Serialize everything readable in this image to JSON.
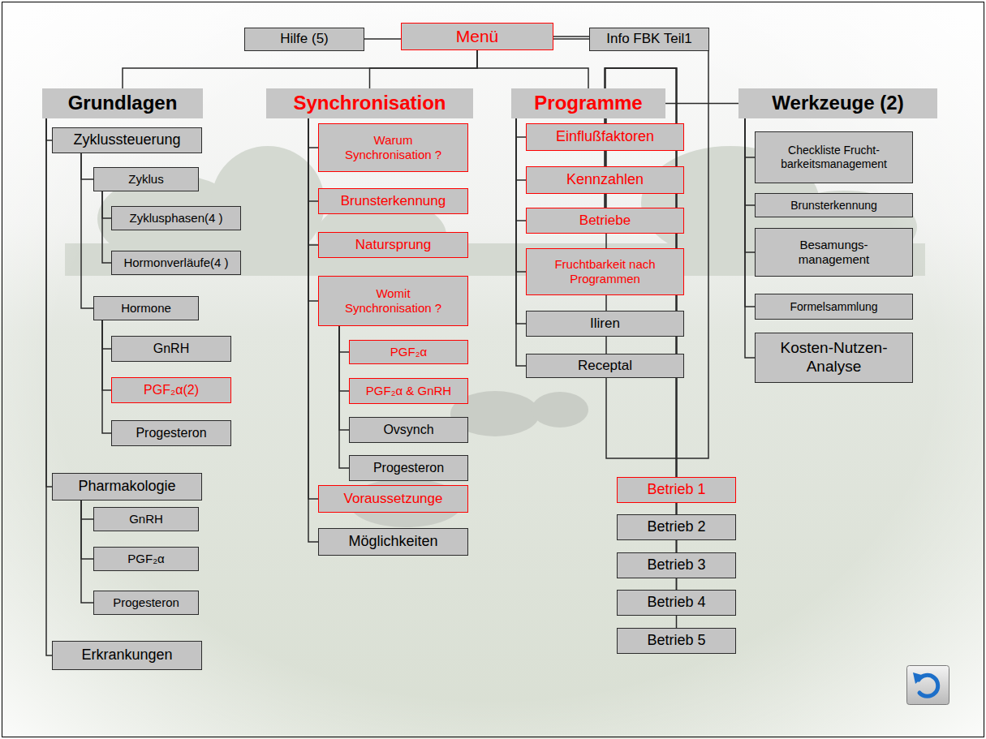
{
  "diagram": {
    "nodes": [
      {
        "text": [
          "Hilfe (5)"
        ]
      },
      {
        "text": [
          "Menü"
        ]
      },
      {
        "text": [
          "Info FBK Teil1"
        ]
      },
      {
        "text": [
          "Grundlagen"
        ]
      },
      {
        "text": [
          "Zyklussteuerung"
        ]
      },
      {
        "text": [
          "Zyklus"
        ]
      },
      {
        "text": [
          "Zyklusphasen(4 )"
        ]
      },
      {
        "text": [
          "Hormonverläufe(4 )"
        ]
      },
      {
        "text": [
          "Hormone"
        ]
      },
      {
        "text": [
          "GnRH"
        ]
      },
      {
        "text": [
          "PGF₂α(2)"
        ]
      },
      {
        "text": [
          "Progesteron"
        ]
      },
      {
        "text": [
          "Pharmakologie"
        ]
      },
      {
        "text": [
          "GnRH"
        ]
      },
      {
        "text": [
          "PGF₂α"
        ]
      },
      {
        "text": [
          "Progesteron"
        ]
      },
      {
        "text": [
          "Erkrankungen"
        ]
      },
      {
        "text": [
          "Synchronisation"
        ]
      },
      {
        "text": [
          "Warum Synchronisation ?"
        ]
      },
      {
        "text": [
          "Brunsterkennung"
        ]
      },
      {
        "text": [
          "Natursprung"
        ]
      },
      {
        "text": [
          "Womit Synchronisation ?"
        ]
      },
      {
        "text": [
          "PGF₂α"
        ]
      },
      {
        "text": [
          "PGF₂α & GnRH"
        ]
      },
      {
        "text": [
          "Ovsynch"
        ]
      },
      {
        "text": [
          "Progesteron"
        ]
      },
      {
        "text": [
          "Voraussetzunge"
        ]
      },
      {
        "text": [
          "Möglichkeiten"
        ]
      },
      {
        "text": [
          "Programme"
        ]
      },
      {
        "text": [
          "Einflußfaktoren"
        ]
      },
      {
        "text": [
          "Kennzahlen"
        ]
      },
      {
        "text": [
          "Betriebe"
        ]
      },
      {
        "text": [
          "Fruchtbarkeit nach Programmen"
        ]
      },
      {
        "text": [
          "Iliren"
        ]
      },
      {
        "text": [
          "Receptal"
        ]
      },
      {
        "text": [
          "Betrieb 1"
        ]
      },
      {
        "text": [
          "Betrieb 2"
        ]
      },
      {
        "text": [
          "Betrieb 3"
        ]
      },
      {
        "text": [
          "Betrieb 4"
        ]
      },
      {
        "text": [
          "Betrieb 5"
        ]
      },
      {
        "text": [
          "Werkzeuge (2)"
        ]
      },
      {
        "text": [
          "Checkliste Frucht- barkeitsmanagement"
        ]
      },
      {
        "text": [
          "Brunsterkennung"
        ]
      },
      {
        "text": [
          "Besamungs- management"
        ]
      },
      {
        "text": [
          "Formelsammlung"
        ]
      },
      {
        "text": [
          "Kosten-Nutzen- Analyse"
        ]
      }
    ],
    "edges": [
      {
        "from": 1,
        "to": 0,
        "arrow": "none"
      },
      {
        "from": 1,
        "to": 2,
        "arrow": "none"
      },
      {
        "from": 1,
        "to": 3,
        "arrow": "none"
      },
      {
        "from": 1,
        "to": 17,
        "arrow": "none"
      },
      {
        "from": 1,
        "to": 28,
        "arrow": "none"
      },
      {
        "from": 1,
        "to": 40,
        "arrow": "none"
      },
      {
        "from": 3,
        "to": 4,
        "arrow": "none"
      },
      {
        "from": 3,
        "to": 12,
        "arrow": "none"
      },
      {
        "from": 3,
        "to": 16,
        "arrow": "none"
      },
      {
        "from": 4,
        "to": 5,
        "arrow": "none"
      },
      {
        "from": 4,
        "to": 8,
        "arrow": "none"
      },
      {
        "from": 5,
        "to": 6,
        "arrow": "none"
      },
      {
        "from": 5,
        "to": 7,
        "arrow": "none"
      },
      {
        "from": 8,
        "to": 9,
        "arrow": "none"
      },
      {
        "from": 8,
        "to": 10,
        "arrow": "none"
      },
      {
        "from": 8,
        "to": 11,
        "arrow": "none"
      },
      {
        "from": 12,
        "to": 13,
        "arrow": "none"
      },
      {
        "from": 12,
        "to": 14,
        "arrow": "none"
      },
      {
        "from": 12,
        "to": 15,
        "arrow": "none"
      },
      {
        "from": 17,
        "to": 18,
        "arrow": "none"
      },
      {
        "from": 17,
        "to": 19,
        "arrow": "none"
      },
      {
        "from": 17,
        "to": 20,
        "arrow": "none"
      },
      {
        "from": 17,
        "to": 21,
        "arrow": "none"
      },
      {
        "from": 17,
        "to": 26,
        "arrow": "none"
      },
      {
        "from": 17,
        "to": 27,
        "arrow": "none"
      },
      {
        "from": 21,
        "to": 22,
        "arrow": "none"
      },
      {
        "from": 21,
        "to": 23,
        "arrow": "none"
      },
      {
        "from": 21,
        "to": 24,
        "arrow": "none"
      },
      {
        "from": 21,
        "to": 25,
        "arrow": "none"
      },
      {
        "from": 28,
        "to": 29,
        "arrow": "none"
      },
      {
        "from": 28,
        "to": 30,
        "arrow": "none"
      },
      {
        "from": 28,
        "to": 31,
        "arrow": "none"
      },
      {
        "from": 28,
        "to": 32,
        "arrow": "none"
      },
      {
        "from": 28,
        "to": 33,
        "arrow": "none"
      },
      {
        "from": 28,
        "to": 34,
        "arrow": "none"
      },
      {
        "from": 31,
        "to": 35,
        "arrow": "none"
      },
      {
        "from": 31,
        "to": 36,
        "arrow": "none"
      },
      {
        "from": 31,
        "to": 37,
        "arrow": "none"
      },
      {
        "from": 31,
        "to": 38,
        "arrow": "none"
      },
      {
        "from": 31,
        "to": 39,
        "arrow": "none"
      },
      {
        "from": 40,
        "to": 41,
        "arrow": "none"
      },
      {
        "from": 40,
        "to": 42,
        "arrow": "none"
      },
      {
        "from": 40,
        "to": 43,
        "arrow": "none"
      },
      {
        "from": 40,
        "to": 44,
        "arrow": "none"
      },
      {
        "from": 40,
        "to": 45,
        "arrow": "none"
      }
    ]
  }
}
